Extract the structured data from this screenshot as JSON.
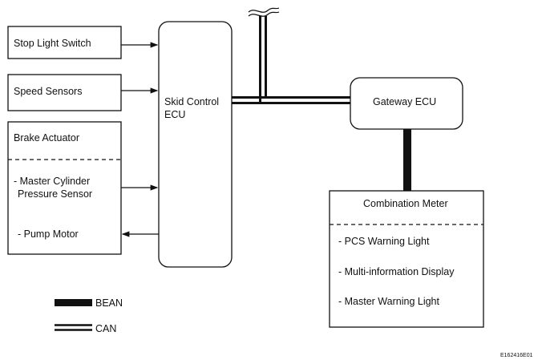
{
  "blocks": {
    "stop_light_switch": "Stop Light Switch",
    "speed_sensors": "Speed Sensors",
    "brake_actuator": {
      "title": "Brake Actuator",
      "items": [
        "- Master Cylinder",
        "Pressure Sensor",
        "- Pump Motor"
      ]
    },
    "skid_control_ecu": [
      "Skid Control",
      "ECU"
    ],
    "gateway_ecu": "Gateway ECU",
    "combination_meter": {
      "title": "Combination Meter",
      "items": [
        "- PCS Warning Light",
        "- Multi-information Display",
        "- Master Warning Light"
      ]
    }
  },
  "legend": {
    "bean": "BEAN",
    "can": "CAN"
  },
  "figure_id": "E162416E01",
  "colors": {
    "line": "#111111",
    "background": "#ffffff"
  }
}
